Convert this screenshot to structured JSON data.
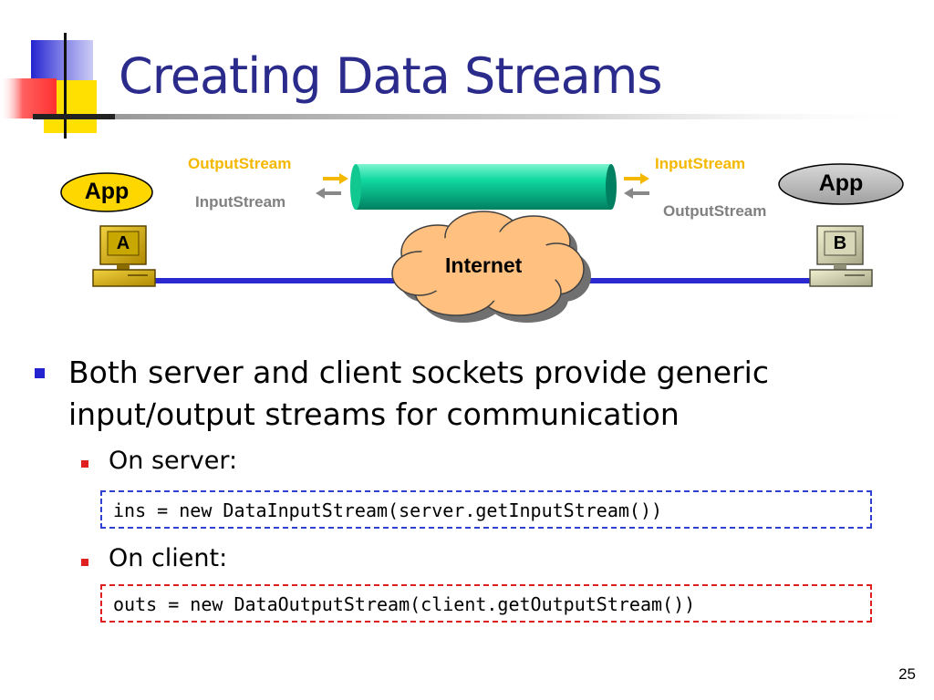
{
  "slide": {
    "title": "Creating Data Streams",
    "page_number": "25"
  },
  "diagram": {
    "left_output_label": "OutputStream",
    "left_input_label": "InputStream",
    "right_input_label": "InputStream",
    "right_output_label": "OutputStream",
    "left_app": "App",
    "right_app": "App",
    "computer_a": "A",
    "computer_b": "B",
    "cloud": "Internet",
    "colors": {
      "arrow_yellow": "#f5b800",
      "arrow_gray": "#888888",
      "pipe": "#00b890",
      "line": "#2a2ad0",
      "cloud": "#ffc080"
    }
  },
  "bullets": {
    "main_line1": "Both server and client sockets provide generic",
    "main_line2": "input/output streams for communication",
    "server_label": "On server:",
    "server_code": "ins = new DataInputStream(server.getInputStream())",
    "client_label": "On client:",
    "client_code": "outs = new DataOutputStream(client.getOutputStream())"
  }
}
